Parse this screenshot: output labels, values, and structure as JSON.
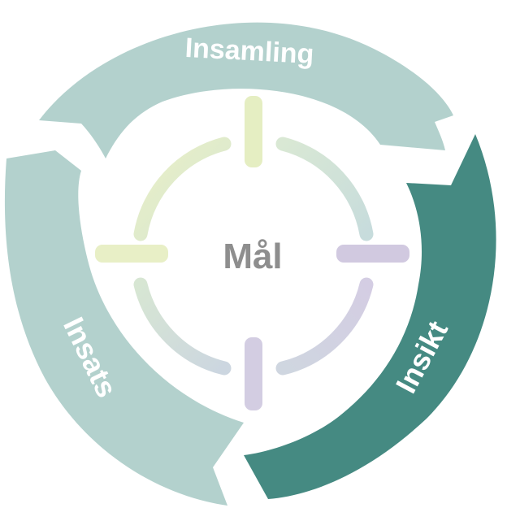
{
  "center": {
    "label": "Mål",
    "color": "#8e8e8e"
  },
  "segments": [
    {
      "id": "insamling",
      "label": "Insamling",
      "color": "#b3d1cd"
    },
    {
      "id": "insikt",
      "label": "Insikt",
      "color": "#458a82"
    },
    {
      "id": "insats",
      "label": "Insats",
      "color": "#b3d1cd"
    }
  ],
  "target": {
    "ring_colors": [
      "#e6eec3",
      "#cfe1dc",
      "#d0c8de"
    ],
    "ticks": [
      {
        "id": "top",
        "color": "#e5eec2"
      },
      {
        "id": "right",
        "color": "#d1c9e0"
      },
      {
        "id": "bottom",
        "color": "#d3cde2"
      },
      {
        "id": "left",
        "color": "#e8efc6"
      }
    ]
  }
}
